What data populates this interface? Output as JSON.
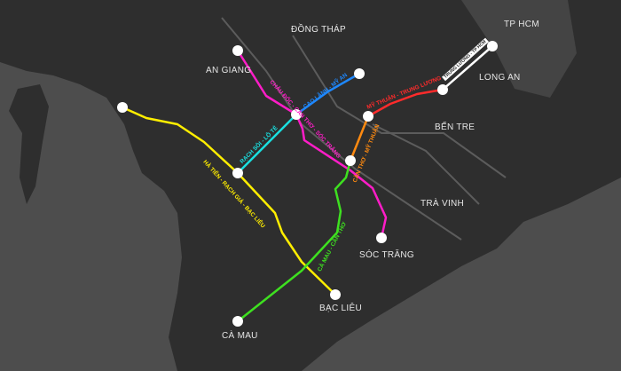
{
  "provinces": {
    "an_giang": "AN GIANG",
    "dong_thap": "ĐỒNG THÁP",
    "tp_hcm": "TP HCM",
    "long_an": "LONG AN",
    "ben_tre": "BẾN TRE",
    "tra_vinh": "TRÀ VINH",
    "soc_trang": "SÓC TRĂNG",
    "bac_lieu": "BẠC LIÊU",
    "ca_mau": "CÀ MAU"
  },
  "routes": {
    "chau_doc": {
      "label": "CHÂU ĐỐC - CẦN THƠ - SÓC TRĂNG",
      "color": "#ff1dc8"
    },
    "cao_lanh": {
      "label": "CAO LÃNH - MỸ AN",
      "color": "#1e88ff"
    },
    "rach_soi": {
      "label": "RẠCH SỎI - LỘ TẺ",
      "color": "#19e0e0"
    },
    "my_thuan": {
      "label": "MỸ THUẬN - TRUNG LƯƠNG",
      "color": "#ff2b2b"
    },
    "trung_luong": {
      "label": "TRUNG LƯƠNG - TP HCM",
      "color": "#ffffff"
    },
    "can_tho": {
      "label": "CẦN THƠ - MỸ THUẬN",
      "color": "#ff8a10"
    },
    "ca_mau": {
      "label": "CÀ MAU - CẦN THƠ",
      "color": "#3ee020"
    },
    "ha_tien": {
      "label": "HÀ TIÊN - RẠCH GIÁ - BẠC LIÊU",
      "color": "#ffee00"
    }
  }
}
